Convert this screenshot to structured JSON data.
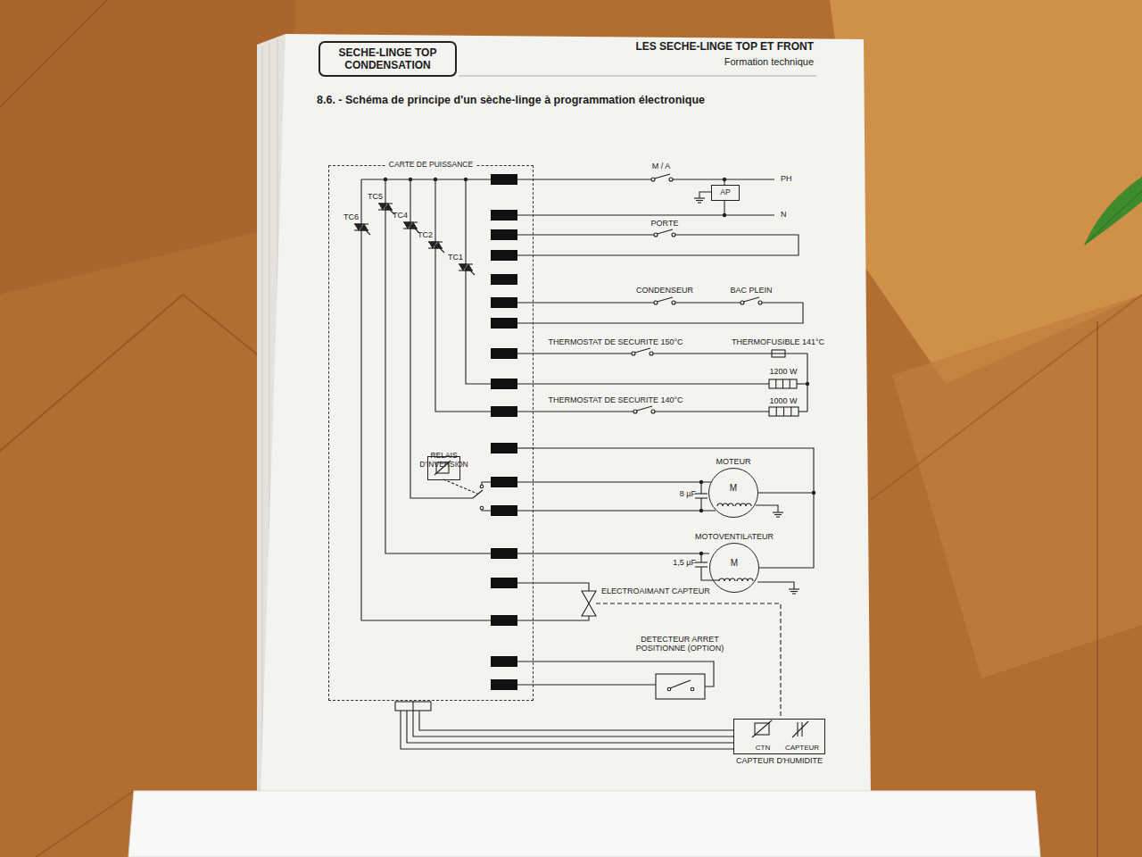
{
  "diagram": {
    "title": "8.6. - Schéma de principe d'un sèche-linge à programmation électronique",
    "nodes": [
      {
        "text": [
          "SECHE-LINGE TOP CONDENSATION"
        ]
      },
      {
        "text": [
          "CARTE DE PUISSANCE"
        ]
      },
      {
        "text": [
          "RELAIS D'INVERSION"
        ],
        "in": 1
      },
      {
        "text": [
          "AP"
        ]
      },
      {
        "text": [
          "MOTEUR",
          "M"
        ]
      },
      {
        "text": [
          "MOTOVENTILATEUR",
          "M"
        ]
      },
      {
        "text": [
          "CTN",
          "CAPTEUR",
          "CAPTEUR D'HUMIDITE"
        ]
      }
    ],
    "edges": [
      {
        "from": 1,
        "to": 4,
        "arrow": "none"
      },
      {
        "from": 1,
        "to": 5,
        "arrow": "none"
      },
      {
        "from": 1,
        "to": 6,
        "arrow": "none"
      }
    ],
    "labels": [
      "LES SECHE-LINGE TOP ET FRONT",
      "Formation technique",
      "TC6",
      "TC5",
      "TC4",
      "TC2",
      "TC1",
      "M / A",
      "PH",
      "N",
      "PORTE",
      "CONDENSEUR",
      "BAC PLEIN",
      "THERMOSTAT DE SECURITE 150°C",
      "THERMOFUSIBLE 141°C",
      "1200 W",
      "THERMOSTAT DE SECURITE 140°C",
      "1000 W",
      "8 µF",
      "1,5 µF",
      "ELECTROAIMANT CAPTEUR",
      "DETECTEUR ARRET POSITIONNE (OPTION)"
    ]
  }
}
